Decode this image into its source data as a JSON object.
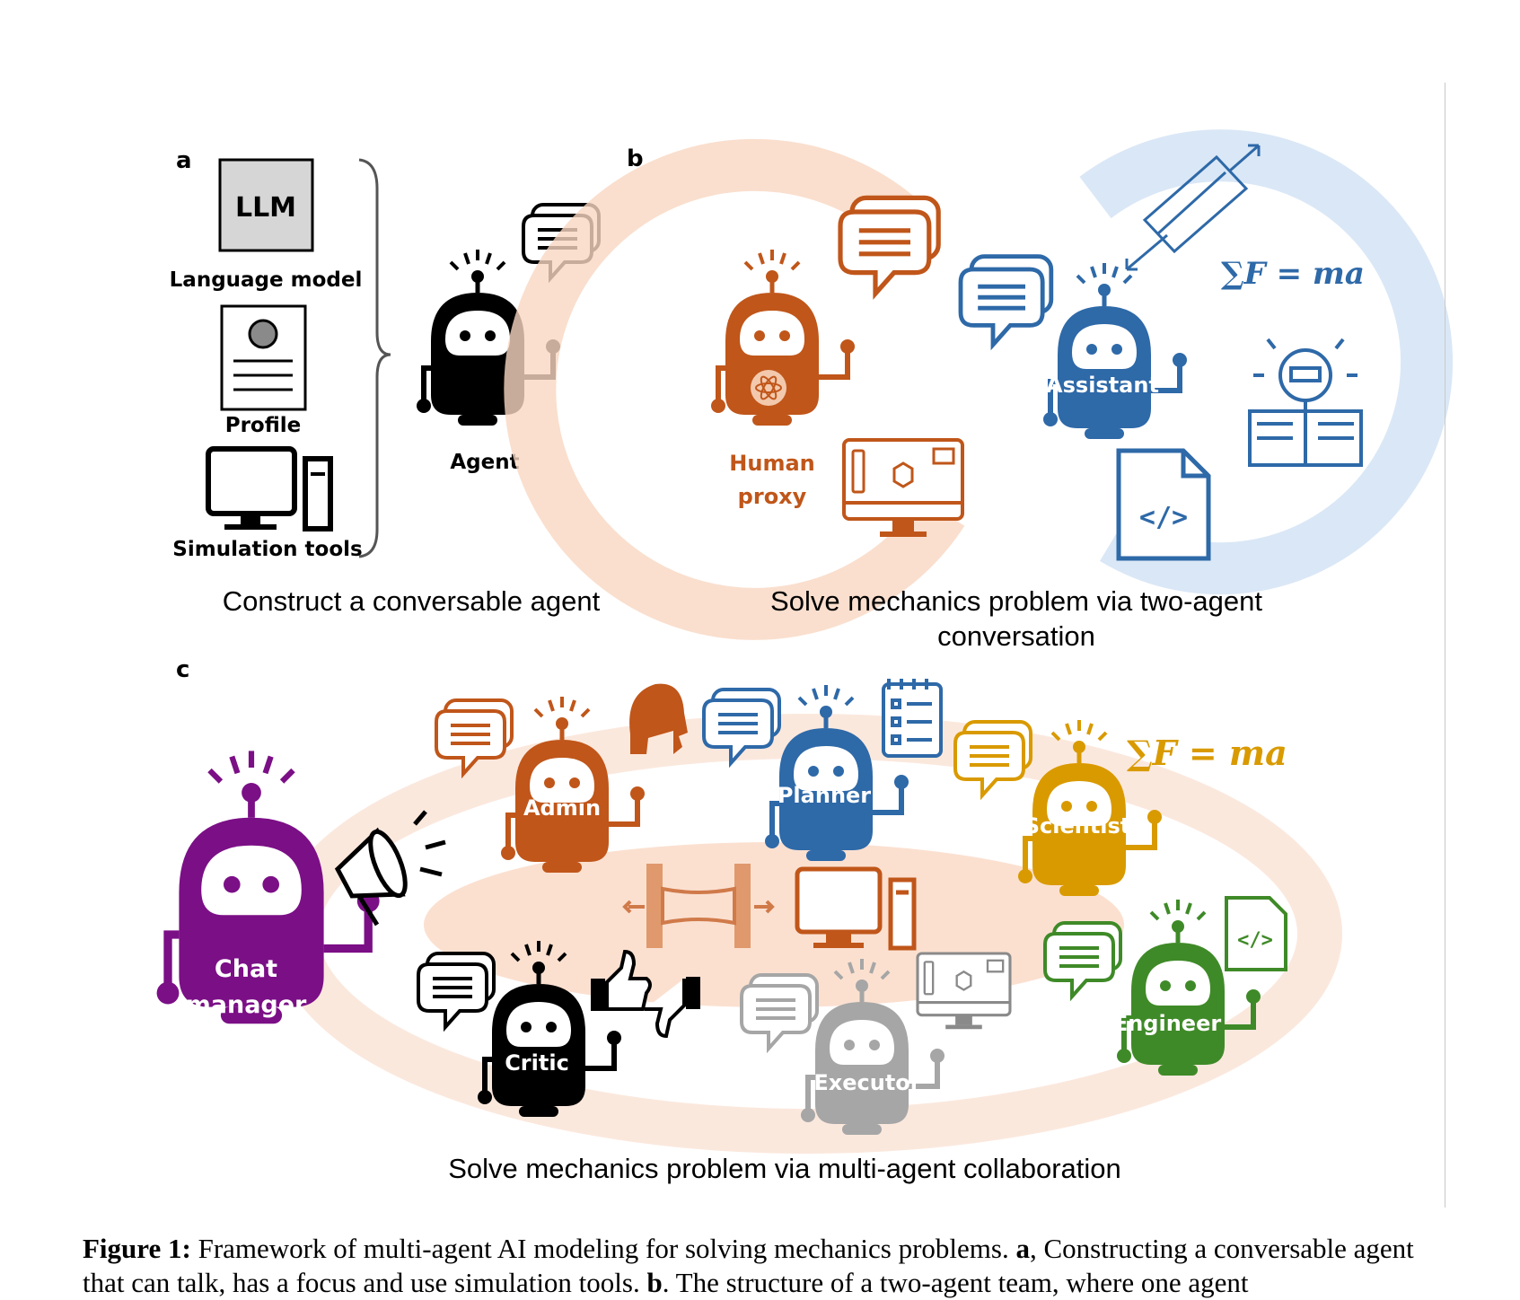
{
  "panel_a": {
    "letter": "a",
    "llm_box": "LLM",
    "language_model": "Language model",
    "profile": "Profile",
    "simulation_tools": "Simulation tools",
    "agent": "Agent",
    "subtitle": "Construct a conversable agent"
  },
  "panel_b": {
    "letter": "b",
    "human_proxy_line1": "Human",
    "human_proxy_line2": "proxy",
    "assistant": "Assistant",
    "formula": "∑F = ma",
    "subtitle_line1": "Solve mechanics problem via two-agent",
    "subtitle_line2": "conversation"
  },
  "panel_c": {
    "letter": "c",
    "chat_manager_line1": "Chat",
    "chat_manager_line2": "manager",
    "admin": "Admin",
    "planner": "Planner",
    "scientist": "Scientist",
    "critic": "Critic",
    "executor": "Executor",
    "engineer": "Engineer",
    "formula": "∑F = ma",
    "subtitle": "Solve mechanics problem via multi-agent collaboration"
  },
  "caption": {
    "label": "Figure 1:",
    "text_part1": " Framework of multi-agent AI modeling for solving mechanics problems. ",
    "a": "a",
    "text_part2": ", Constructing a conversable agent that can talk, has a focus and use simulation tools. ",
    "b": "b",
    "text_part3": ". The structure of a two-agent team, where one agent"
  },
  "colors": {
    "orange": "#c0561a",
    "blue": "#2e69a8",
    "purple": "#7b0f86",
    "gold": "#d99a00",
    "green": "#3f8a28",
    "gray": "#a6a6a6",
    "black": "#000000"
  }
}
